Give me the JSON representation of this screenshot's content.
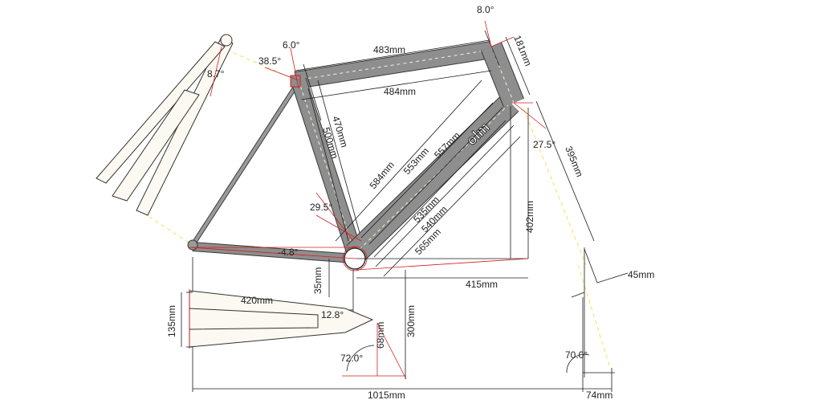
{
  "labels": {
    "top_tube_top": "483mm",
    "top_tube_under": "484mm",
    "head_tube": "181mm",
    "head_angle_top": "8.0°",
    "seat_tube_top_angle": "6.0°",
    "seat_angle_left": "38.5°",
    "fork_angle": "8.7°",
    "seat_470": "470mm",
    "seat_500": "500mm",
    "down_584": "584mm",
    "down_553": "553mm",
    "down_557": "557mm",
    "down_535": "535mm",
    "down_540": "540mm",
    "down_565": "565mm",
    "angle_29_5": "29.5°",
    "angle_27_5": "27.5°",
    "fork_len_395": "395mm",
    "height_402": "402mm",
    "reach_415": "415mm",
    "offset_45": "45mm",
    "bb_drop_neg": "-4.8°",
    "bb_35": "35mm",
    "chainstay_420": "420mm",
    "stay_135": "135mm",
    "stay_angle_12_8": "12.8°",
    "stay_68": "68mm",
    "stay_angle_72": "72.0°",
    "bb_height_300": "300mm",
    "head_angle_70": "70.0°",
    "wheelbase_1015": "1015mm",
    "trail_74": "74mm",
    "brand_text": "olm"
  },
  "colors": {
    "tube": "#8e8e8e",
    "dimension_red": "#d21f1f",
    "guide_yellow": "#f2e25a",
    "ink": "#1a1a1a"
  }
}
